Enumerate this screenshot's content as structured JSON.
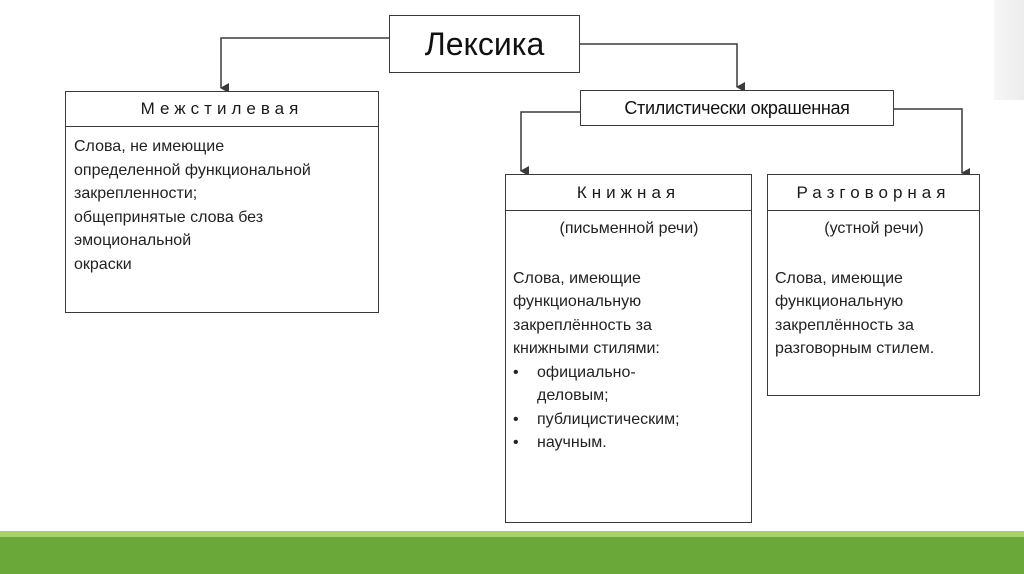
{
  "diagram": {
    "root": {
      "label": "Лексика"
    },
    "interstyle": {
      "title": "Межстилевая",
      "lines": [
        "Слова, не имеющие",
        "определенной функциональной",
        "закрепленности;",
        "общепринятые слова без",
        "эмоциональной",
        "окраски"
      ]
    },
    "stylistic": {
      "label": "Стилистически окрашенная"
    },
    "bookish": {
      "title": "Книжная",
      "note": "(письменной речи)",
      "lines": [
        "Слова, имеющие",
        "функциональную",
        "закреплённость за",
        "книжными стилями:"
      ],
      "bullet": "•",
      "items": [
        "официально-деловым;",
        "публицистическим;",
        "научным."
      ]
    },
    "colloquial": {
      "title": "Разговорная",
      "note": "(устной речи)",
      "lines": [
        "Слова, имеющие",
        "функциональную",
        "закреплённость за",
        "разговорным стилем."
      ]
    }
  },
  "colors": {
    "border": "#3a3a3a",
    "band_main": "#6aa83a",
    "band_light": "#a8d16b"
  }
}
